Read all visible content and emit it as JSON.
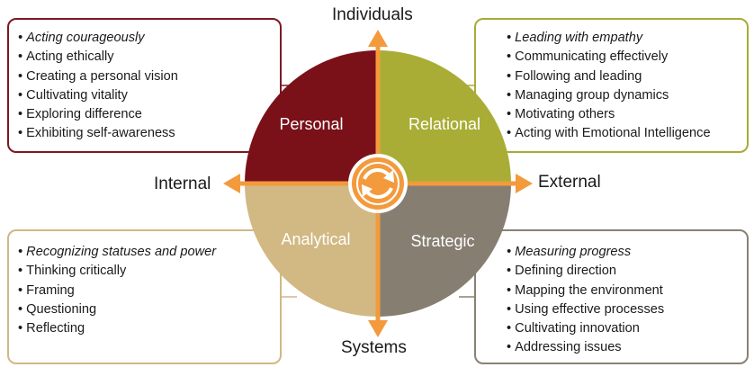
{
  "axes": {
    "top": "Individuals",
    "bottom": "Systems",
    "left": "Internal",
    "right": "External"
  },
  "quadrants": {
    "personal": {
      "label": "Personal",
      "color": "#7a1119",
      "items": [
        "Acting courageously",
        "Acting ethically",
        "Creating a personal vision",
        "Cultivating vitality",
        "Exploring difference",
        "Exhibiting self-awareness"
      ]
    },
    "relational": {
      "label": "Relational",
      "color": "#a9ad35",
      "items": [
        "Leading with empathy",
        "Communicating effectively",
        "Following and leading",
        "Managing group dynamics",
        "Motivating others",
        "Acting with Emotional Intelligence"
      ]
    },
    "analytical": {
      "label": "Analytical",
      "color": "#d2b883",
      "items": [
        "Recognizing statuses and power",
        "Thinking critically",
        "Framing",
        "Questioning",
        "Reflecting"
      ]
    },
    "strategic": {
      "label": "Strategic",
      "color": "#877e72",
      "items": [
        "Measuring progress",
        "Defining direction",
        "Mapping the environment",
        "Using effective processes",
        "Cultivating innovation",
        "Addressing issues"
      ]
    }
  },
  "colors": {
    "accent": "#f39a3d"
  }
}
